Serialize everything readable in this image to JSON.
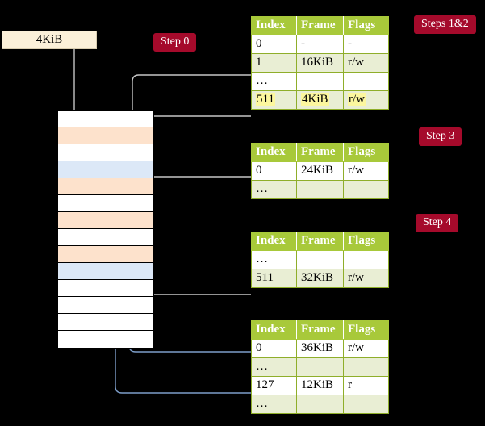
{
  "diagram": {
    "title": "page-table-walk",
    "colors": {
      "background": "#000000",
      "table_header": "#a8c93a",
      "table_alt_row": "#e9eed4",
      "badge": "#a50a2b",
      "highlight": "#fcf79e",
      "frame_orange": "#fde2cc",
      "frame_blue": "#dce8f7",
      "source_box": "#fbf0d9",
      "connector_gray": "#b9b9b9",
      "connector_blue": "#7d9ec9"
    }
  },
  "source": {
    "label": "4KiB"
  },
  "badges": [
    {
      "id": "step-0",
      "label": "Step 0"
    },
    {
      "id": "steps-1-2",
      "label": "Steps 1&2"
    },
    {
      "id": "step-3",
      "label": "Step 3"
    },
    {
      "id": "step-4",
      "label": "Step 4"
    }
  ],
  "columns": [
    "Index",
    "Frame",
    "Flags"
  ],
  "tables": [
    {
      "id": "table-level-0",
      "step": "Steps 1&2",
      "rows": [
        {
          "index": "0",
          "frame": "-",
          "flags": "-",
          "style": "plain",
          "highlight": false
        },
        {
          "index": "1",
          "frame": "16KiB",
          "flags": "r/w",
          "style": "alt",
          "highlight": false
        },
        {
          "index": "…",
          "frame": "",
          "flags": "",
          "style": "plain",
          "highlight": false
        },
        {
          "index": "511",
          "frame": "4KiB",
          "flags": "r/w",
          "style": "alt",
          "highlight": true
        }
      ]
    },
    {
      "id": "table-level-1",
      "step": "Step 3",
      "rows": [
        {
          "index": "0",
          "frame": "24KiB",
          "flags": "r/w",
          "style": "plain",
          "highlight": false
        },
        {
          "index": "…",
          "frame": "",
          "flags": "",
          "style": "alt",
          "highlight": false
        }
      ]
    },
    {
      "id": "table-level-2",
      "step": "Step 4",
      "rows": [
        {
          "index": "…",
          "frame": "",
          "flags": "",
          "style": "plain",
          "highlight": false
        },
        {
          "index": "511",
          "frame": "32KiB",
          "flags": "r/w",
          "style": "alt",
          "highlight": false
        }
      ]
    },
    {
      "id": "table-level-3",
      "step": "",
      "rows": [
        {
          "index": "0",
          "frame": "36KiB",
          "flags": "r/w",
          "style": "plain",
          "highlight": false
        },
        {
          "index": "…",
          "frame": "",
          "flags": "",
          "style": "alt",
          "highlight": false
        },
        {
          "index": "127",
          "frame": "12KiB",
          "flags": "r",
          "style": "plain",
          "highlight": false
        },
        {
          "index": "…",
          "frame": "",
          "flags": "",
          "style": "alt",
          "highlight": false
        }
      ]
    }
  ],
  "memory": {
    "name": "physical-memory-column",
    "rows": [
      {
        "id": "frame-0",
        "fill": "white"
      },
      {
        "id": "frame-1",
        "fill": "orange"
      },
      {
        "id": "frame-2",
        "fill": "white"
      },
      {
        "id": "frame-3",
        "fill": "blue"
      },
      {
        "id": "frame-4",
        "fill": "orange"
      },
      {
        "id": "frame-5",
        "fill": "white"
      },
      {
        "id": "frame-6",
        "fill": "orange"
      },
      {
        "id": "frame-7",
        "fill": "white"
      },
      {
        "id": "frame-8",
        "fill": "orange"
      },
      {
        "id": "frame-9",
        "fill": "blue"
      },
      {
        "id": "frame-10",
        "fill": "white"
      },
      {
        "id": "frame-11",
        "fill": "white"
      },
      {
        "id": "frame-12",
        "fill": "white"
      },
      {
        "id": "frame-13",
        "fill": "white"
      }
    ]
  }
}
